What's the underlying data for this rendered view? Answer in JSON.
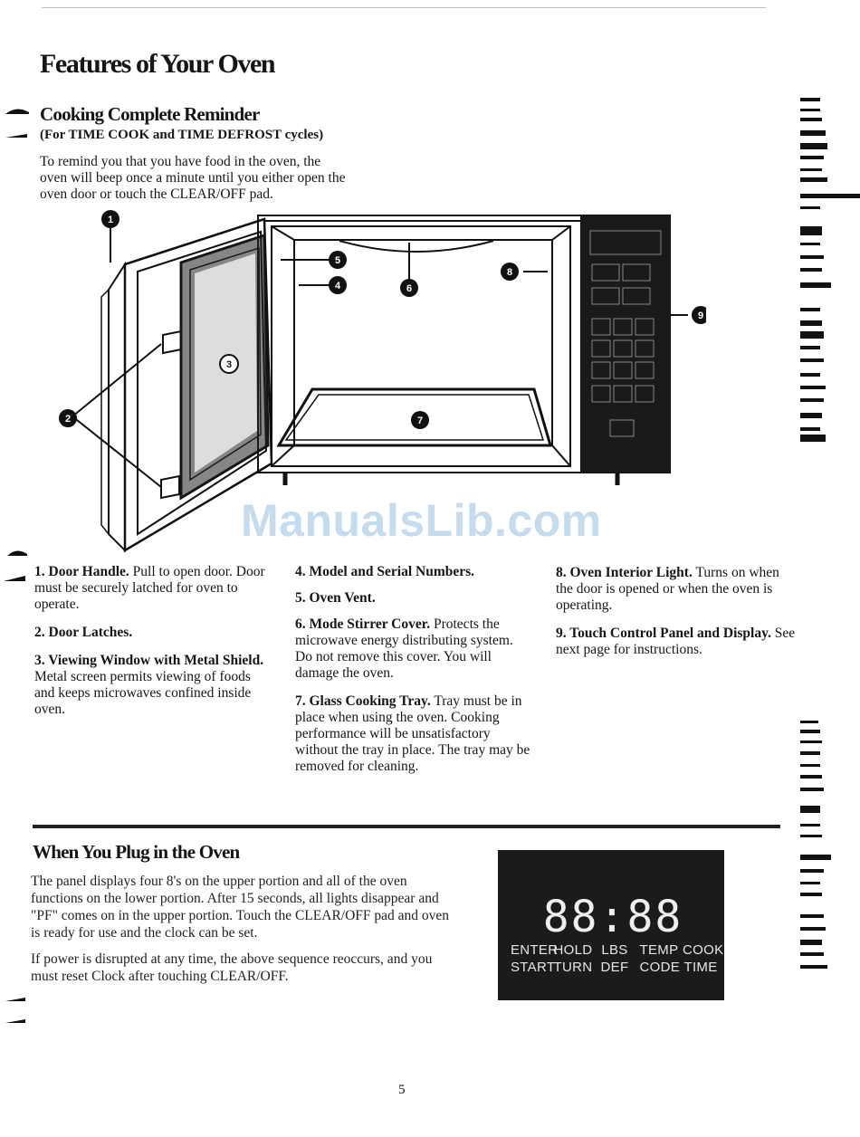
{
  "page": {
    "title": "Features of Your Oven",
    "page_number": "5",
    "watermark": "ManualsLib.com"
  },
  "reminder": {
    "heading": "Cooking Complete Reminder",
    "subheading": "(For TIME COOK and TIME DEFROST cycles)",
    "body": [
      "To remind you that you have food in the oven, the",
      "oven will beep once a minute until you either open the",
      "oven door or touch the CLEAR/OFF pad."
    ]
  },
  "callouts": [
    "1",
    "2",
    "3",
    "4",
    "5",
    "6",
    "7",
    "8",
    "9"
  ],
  "features": {
    "f1_title": "1. Door Handle.",
    "f1_body": "Pull to open door. Door must be securely latched for oven to operate.",
    "f2_title": "2. Door Latches.",
    "f3_title": "3. Viewing Window with Metal Shield.",
    "f3_body": "Metal screen permits viewing of foods and keeps microwaves confined inside oven.",
    "f4_title": "4. Model and Serial Numbers.",
    "f5_title": "5. Oven Vent.",
    "f6_title": "6. Mode Stirrer Cover.",
    "f6_body": "Protects the microwave energy distributing system. Do not remove this cover. You will damage the oven.",
    "f7_title": "7. Glass Cooking Tray.",
    "f7_body": "Tray must be in place when using the oven. Cooking performance will be unsatisfactory without the tray in place. The tray may be removed for cleaning.",
    "f8_title": "8. Oven Interior Light.",
    "f8_body": "Turns on when the door is opened or when the oven is operating.",
    "f9_title": "9. Touch Control Panel and Display.",
    "f9_body": "See next page for instructions."
  },
  "plug": {
    "heading": "When You Plug in the Oven",
    "para1": "The panel displays four 8's on the upper portion and all of the oven functions on the lower portion. After 15 seconds, all lights disappear and \"PF\" comes on in the upper portion. Touch the CLEAR/OFF pad and oven is ready for use and the clock can be set.",
    "para2": "If power is disrupted at any time, the above sequence reoccurs, and you must reset Clock after touching CLEAR/OFF."
  },
  "display_panel": {
    "digits": "88:88",
    "row1": [
      "ENTER",
      "HOLD",
      "LBS",
      "TEMP",
      "COOK"
    ],
    "row2": [
      "START",
      "TURN",
      "DEF",
      "CODE",
      "TIME"
    ]
  },
  "colors": {
    "ink": "#161616",
    "display_bg": "#1b1b1b",
    "display_text": "#e6e6e6",
    "watermark": "#c4dcee"
  }
}
